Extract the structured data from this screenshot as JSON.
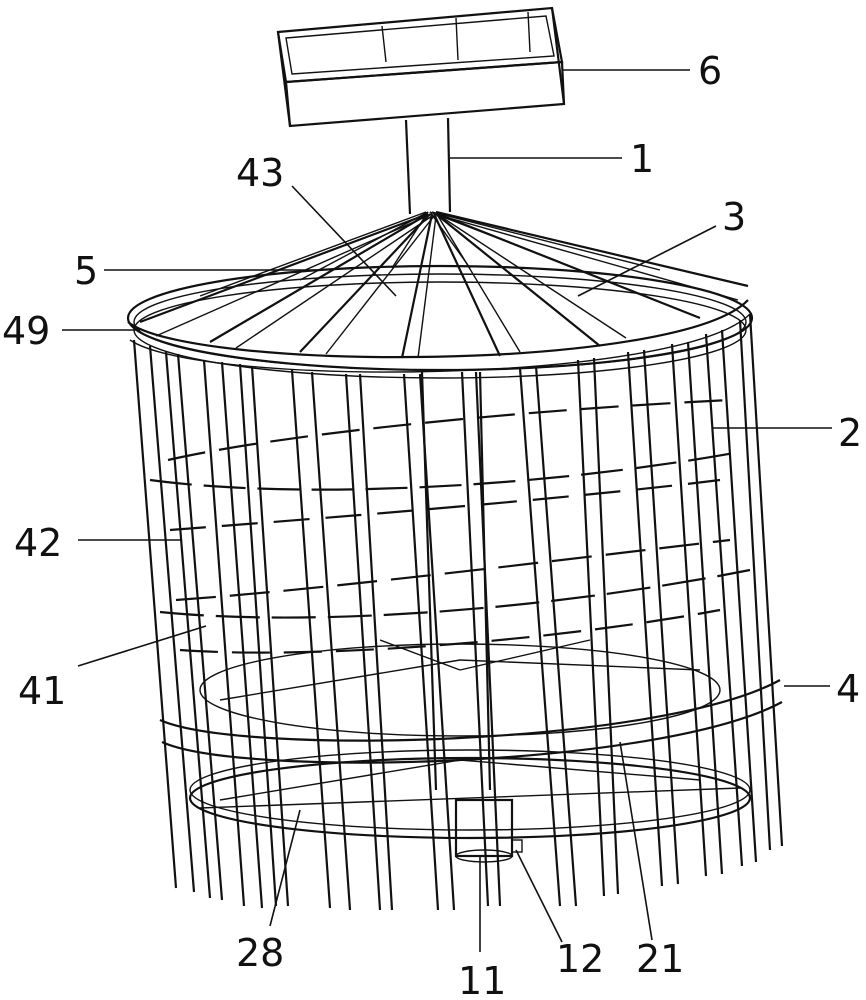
{
  "labels": {
    "l6": "6",
    "l1": "1",
    "l43": "43",
    "l3": "3",
    "l5": "5",
    "l49": "49",
    "l2": "2",
    "l42": "42",
    "l41": "41",
    "l4": "4",
    "l28": "28",
    "l11": "11",
    "l12": "12",
    "l21": "21"
  }
}
